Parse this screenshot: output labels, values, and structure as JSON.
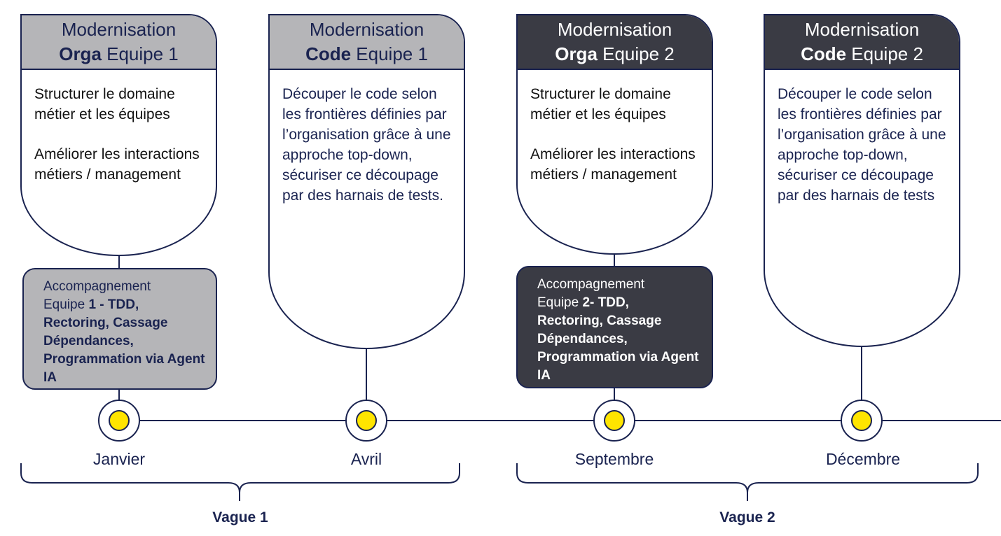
{
  "cards": [
    {
      "head_line1": "Modernisation",
      "head_bold": "Orga",
      "head_rest": " Equipe 1",
      "body_p1": "Structurer le domaine métier et les équipes",
      "body_p2": "Améliorer les interactions métiers / management",
      "theme": "light"
    },
    {
      "head_line1": "Modernisation",
      "head_bold": "Code",
      "head_rest": " Equipe 1",
      "body_p1": "Découper le code selon les frontières définies par l’organisation grâce à une approche top-down, sécuriser ce découpage par des harnais de tests.",
      "theme": "light"
    },
    {
      "head_line1": "Modernisation",
      "head_bold": "Orga",
      "head_rest": " Equipe 2",
      "body_p1": "Structurer le domaine métier et les équipes",
      "body_p2": "Améliorer les interactions métiers / management",
      "theme": "dark"
    },
    {
      "head_line1": "Modernisation",
      "head_bold": "Code",
      "head_rest": " Equipe 2",
      "body_p1": "Découper le code selon les frontières définies par l’organisation grâce à une approche top-down, sécuriser ce découpage par des harnais de tests",
      "theme": "dark"
    }
  ],
  "accompaniments": [
    {
      "line1": "Accompagnement",
      "line2_plain": "Equipe ",
      "line2_bold": "1 - TDD,",
      "bold_rest": "Rectoring, Cassage Dépendances, Programmation via Agent IA",
      "rest_prefix": "",
      "theme": "light"
    },
    {
      "line1": "Accompagnement",
      "line2_plain": "Equipe ",
      "line2_bold": "2- TDD,",
      "bold_rest": "Rectoring, Cassage Dépendances, Programmation via Agent IA",
      "theme": "dark"
    }
  ],
  "months": [
    "Janvier",
    "Avril",
    "Septembre",
    "Décembre"
  ],
  "waves": [
    "Vague 1",
    "Vague 2"
  ],
  "colors": {
    "navy": "#1a2350",
    "light_header": "#b5b5b8",
    "dark_header": "#3a3b44",
    "milestone_dot": "#ffe500"
  }
}
